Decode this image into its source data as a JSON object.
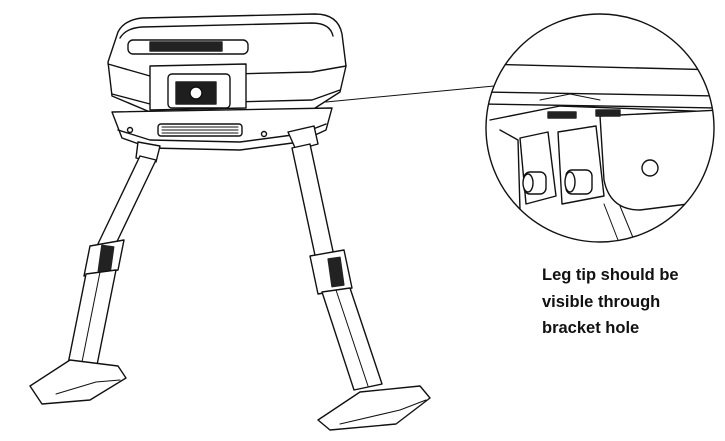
{
  "callout": {
    "lines": [
      "Leg tip should be",
      "visible through",
      "bracket hole"
    ]
  },
  "colors": {
    "ink": "#111111",
    "paper": "#ffffff",
    "accent_dark": "#2a2a2a"
  }
}
